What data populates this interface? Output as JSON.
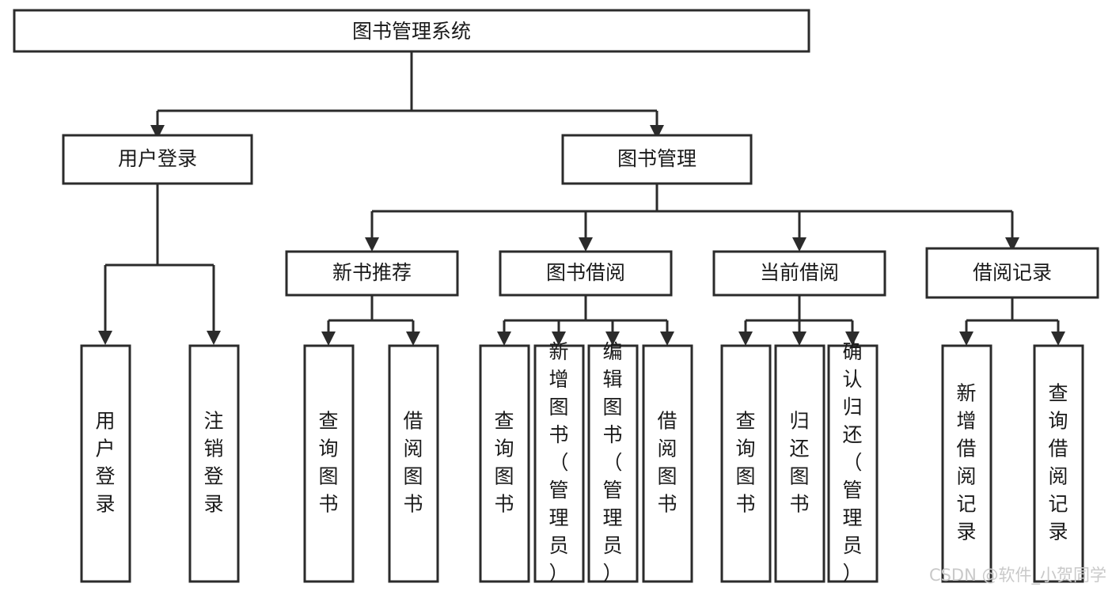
{
  "diagram": {
    "title": "图书管理系统",
    "type": "tree",
    "orientation": "top-down",
    "colors": {
      "box_fill": "#ffffff",
      "box_stroke": "#2b2b2b",
      "text": "#1a1a1a",
      "watermark": "#c9c9c9",
      "background": "#ffffff"
    },
    "root": {
      "id": "root",
      "label": "图书管理系统",
      "orientation": "horizontal"
    },
    "level2": [
      {
        "id": "user-login",
        "label": "用户登录",
        "orientation": "horizontal"
      },
      {
        "id": "book-manage",
        "label": "图书管理",
        "orientation": "horizontal"
      }
    ],
    "level3": [
      {
        "id": "new-book-recommend",
        "label": "新书推荐",
        "parent": "book-manage",
        "orientation": "horizontal"
      },
      {
        "id": "book-borrow",
        "label": "图书借阅",
        "parent": "book-manage",
        "orientation": "horizontal"
      },
      {
        "id": "current-borrow",
        "label": "当前借阅",
        "parent": "book-manage",
        "orientation": "horizontal"
      },
      {
        "id": "borrow-record",
        "label": "借阅记录",
        "parent": "book-manage",
        "orientation": "horizontal"
      }
    ],
    "leaves": [
      {
        "id": "leaf-user-login",
        "label": "用户登录",
        "parent": "user-login",
        "orientation": "vertical"
      },
      {
        "id": "leaf-user-logout",
        "label": "注销登录",
        "parent": "user-login",
        "orientation": "vertical"
      },
      {
        "id": "leaf-query-book-1",
        "label": "查询图书",
        "parent": "new-book-recommend",
        "orientation": "vertical"
      },
      {
        "id": "leaf-borrow-book-1",
        "label": "借阅图书",
        "parent": "new-book-recommend",
        "orientation": "vertical"
      },
      {
        "id": "leaf-query-book-2",
        "label": "查询图书",
        "parent": "book-borrow",
        "orientation": "vertical"
      },
      {
        "id": "leaf-add-book",
        "label": "新增图书（管理员）",
        "parent": "book-borrow",
        "orientation": "vertical"
      },
      {
        "id": "leaf-edit-book",
        "label": "编辑图书（管理员）",
        "parent": "book-borrow",
        "orientation": "vertical"
      },
      {
        "id": "leaf-borrow-book-2",
        "label": "借阅图书",
        "parent": "book-borrow",
        "orientation": "vertical"
      },
      {
        "id": "leaf-query-book-3",
        "label": "查询图书",
        "parent": "current-borrow",
        "orientation": "vertical"
      },
      {
        "id": "leaf-return-book",
        "label": "归还图书",
        "parent": "current-borrow",
        "orientation": "vertical"
      },
      {
        "id": "leaf-confirm-return",
        "label": "确认归还（管理员）",
        "parent": "current-borrow",
        "orientation": "vertical"
      },
      {
        "id": "leaf-add-record",
        "label": "新增借阅记录",
        "parent": "borrow-record",
        "orientation": "vertical"
      },
      {
        "id": "leaf-query-record",
        "label": "查询借阅记录",
        "parent": "borrow-record",
        "orientation": "vertical"
      }
    ],
    "watermark": "CSDN @软件_小贺同学"
  }
}
